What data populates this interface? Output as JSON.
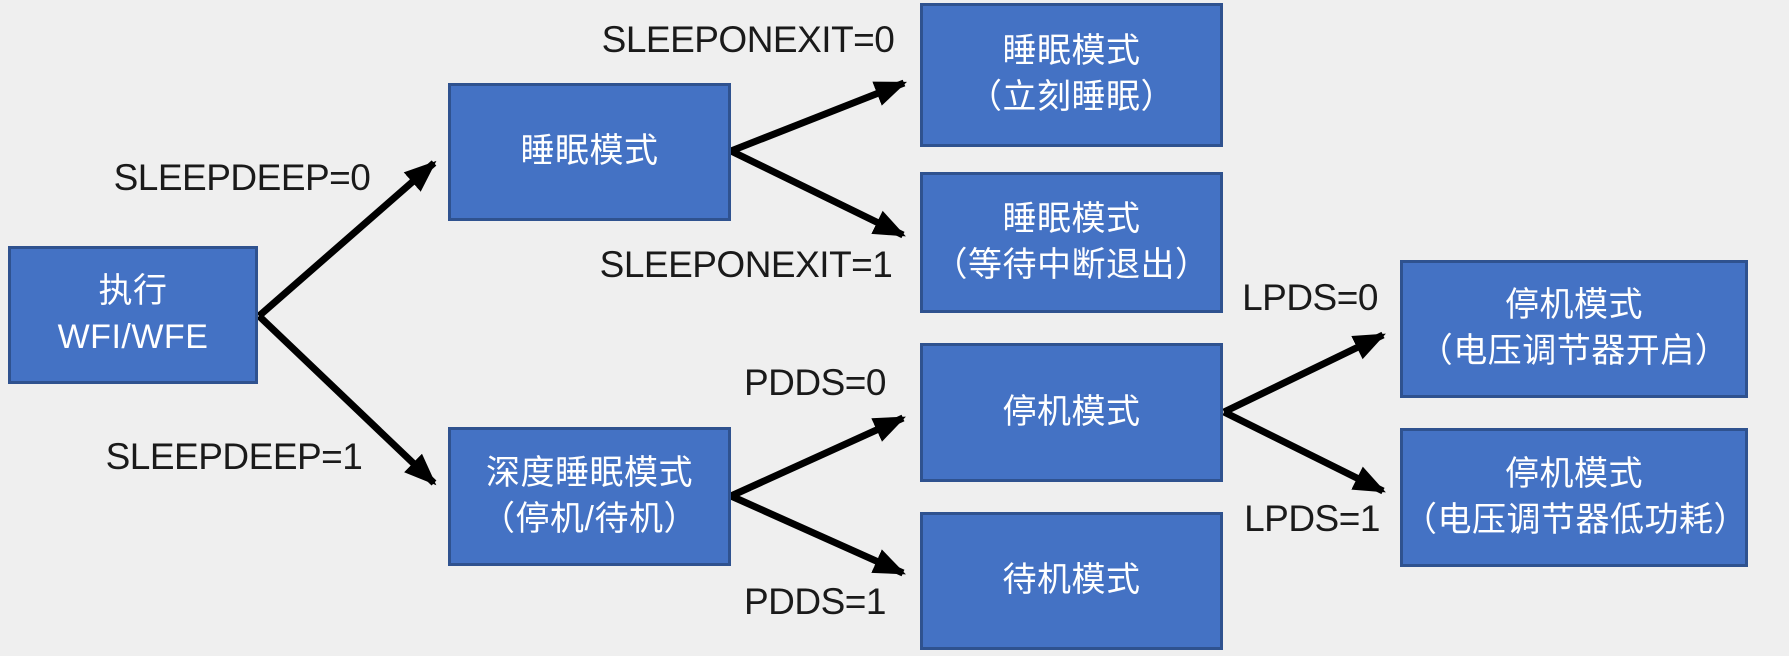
{
  "diagram": {
    "background_color": "#efefef",
    "node_fill_color": "#4472c4",
    "node_border_color": "#2f528f",
    "node_text_color": "#ffffff",
    "arrow_color": "#000000",
    "nodes": {
      "exec": {
        "label": "执行\nWFI/WFE"
      },
      "sleep": {
        "label": "睡眠模式"
      },
      "deep_sleep": {
        "label": "深度睡眠模式\n（停机/待机）"
      },
      "sleep_now": {
        "label": "睡眠模式\n（立刻睡眠）"
      },
      "sleep_on_exit": {
        "label": "睡眠模式\n（等待中断退出）"
      },
      "stop": {
        "label": "停机模式"
      },
      "standby": {
        "label": "待机模式"
      },
      "stop_vreg_on": {
        "label": "停机模式\n（电压调节器开启）"
      },
      "stop_vreg_lp": {
        "label": "停机模式\n（电压调节器低功耗）"
      }
    },
    "edge_labels": {
      "sleepdeep0": "SLEEPDEEP=0",
      "sleepdeep1": "SLEEPDEEP=1",
      "sleeponexit0": "SLEEPONEXIT=0",
      "sleeponexit1": "SLEEPONEXIT=1",
      "pdds0": "PDDS=0",
      "pdds1": "PDDS=1",
      "lpds0": "LPDS=0",
      "lpds1": "LPDS=1"
    }
  }
}
